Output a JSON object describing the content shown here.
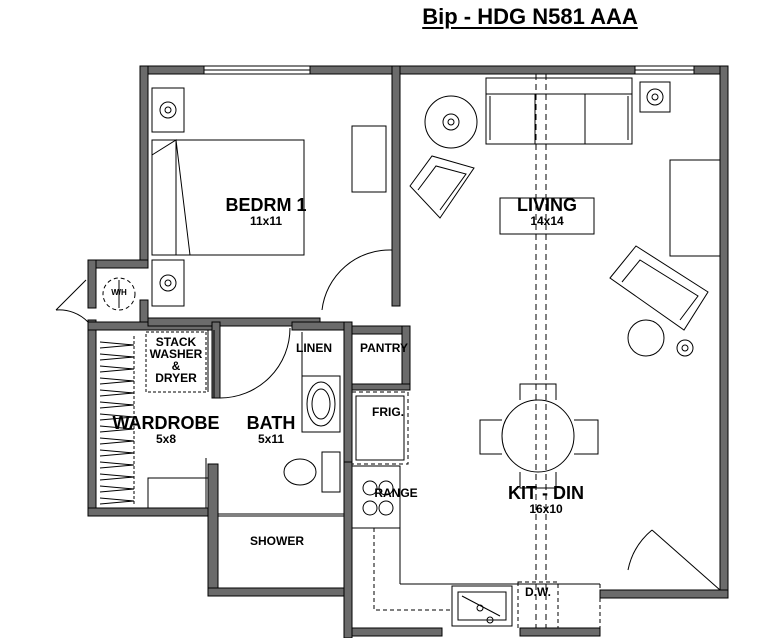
{
  "title": "Bip - HDG N581 AAA",
  "rooms": {
    "bedroom": {
      "name": "BEDRM 1",
      "size": "11x11"
    },
    "living": {
      "name": "LIVING",
      "size": "14x14"
    },
    "wardrobe": {
      "name": "WARDROBE",
      "size": "5x8"
    },
    "bath": {
      "name": "BATH",
      "size": "5x11"
    },
    "kitchen": {
      "name": "KIT - DIN",
      "size": "16x10"
    },
    "shower": {
      "name": "SHOWER"
    },
    "linen": {
      "name": "LINEN"
    },
    "pantry": {
      "name": "PANTRY"
    },
    "washer_dryer": {
      "line1": "STACK",
      "line2": "WASHER",
      "line3": "&",
      "line4": "DRYER"
    }
  },
  "fixtures": {
    "frig": "FRIG.",
    "range": "RANGE",
    "dishwasher": "D.W.",
    "water_heater": "W/H"
  },
  "colors": {
    "wall": "#6b6b6b",
    "line": "#000000",
    "background": "#ffffff"
  }
}
